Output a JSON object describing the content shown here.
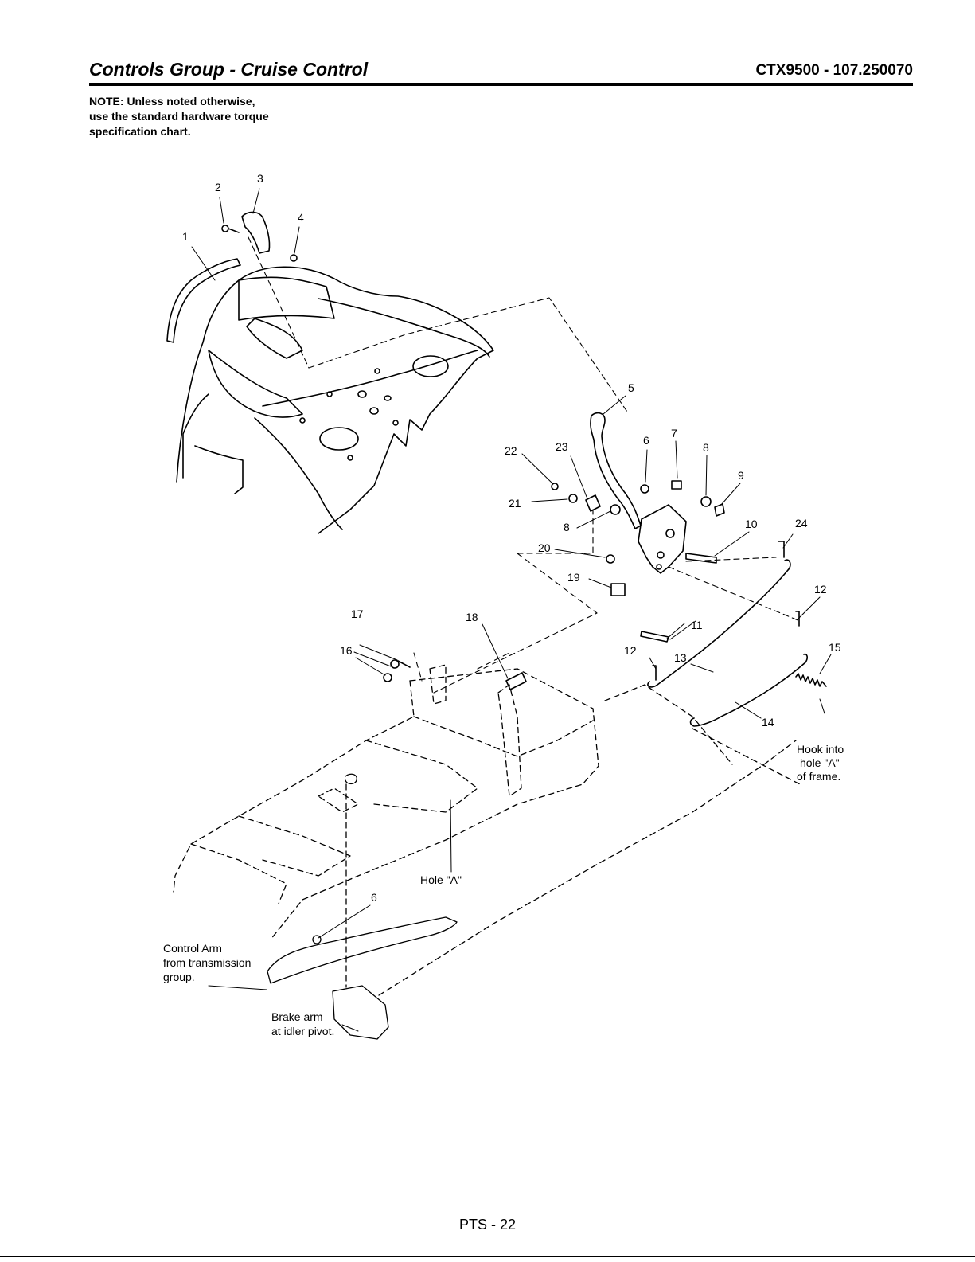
{
  "header": {
    "title": "Controls Group - Cruise Control",
    "model": "CTX9500 - 107.250070"
  },
  "note": {
    "lines": [
      "NOTE: Unless noted otherwise,",
      "use the standard hardware torque",
      "specification chart."
    ]
  },
  "callouts": {
    "c1": "1",
    "c2": "2",
    "c3": "3",
    "c4": "4",
    "c5": "5",
    "c6a": "6",
    "c6b": "6",
    "c7": "7",
    "c8a": "8",
    "c8b": "8",
    "c9": "9",
    "c10": "10",
    "c11": "11",
    "c12a": "12",
    "c12b": "12",
    "c13": "13",
    "c14": "14",
    "c15": "15",
    "c16": "16",
    "c17": "17",
    "c18": "18",
    "c19": "19",
    "c20": "20",
    "c21": "21",
    "c22": "22",
    "c23": "23",
    "c24": "24"
  },
  "annotations": {
    "hook": [
      "Hook into",
      "hole \"A\"",
      "of frame."
    ],
    "hole_a": "Hole \"A\"",
    "control_arm": [
      "Control Arm",
      "from transmission",
      "group."
    ],
    "brake_arm": [
      "Brake arm",
      "at idler pivot."
    ]
  },
  "footer": {
    "page": "PTS - 22"
  }
}
